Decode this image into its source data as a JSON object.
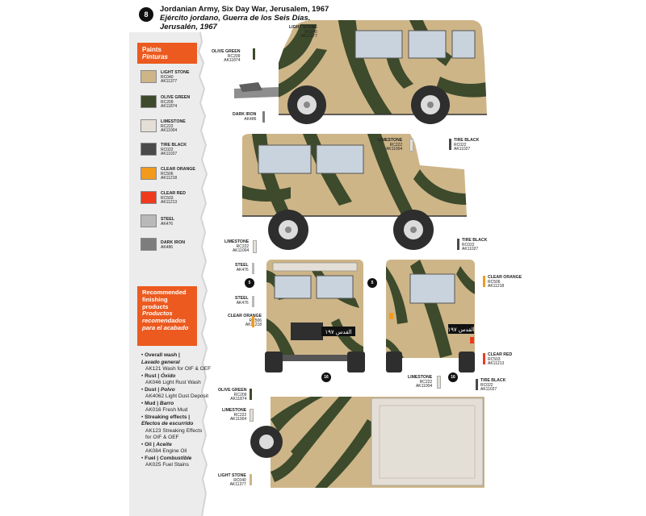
{
  "plate": {
    "badge": "8"
  },
  "header": {
    "title_en": "Jordanian Army, Six Day War, Jerusalem, 1967",
    "title_es_line1": "Ejército jordano, Guerra de los Seis Días,",
    "title_es_line2": "Jerusalén, 1967"
  },
  "paints_panel": {
    "title": "Paints",
    "title_es": "Pinturas"
  },
  "paints": [
    {
      "name": "LIGHT STONE",
      "code1": "RC040",
      "code2": "AK11377",
      "color": "#cdb588"
    },
    {
      "name": "OLIVE GREEN",
      "code1": "RC209",
      "code2": "AK11874",
      "color": "#3d4a2c"
    },
    {
      "name": "LIMESTONE",
      "code1": "RC222",
      "code2": "AK11004",
      "color": "#e4dfd6"
    },
    {
      "name": "TIRE BLACK",
      "code1": "RC022",
      "code2": "AK11027",
      "color": "#4a4a4a"
    },
    {
      "name": "CLEAR ORANGE",
      "code1": "RC506",
      "code2": "AK11218",
      "color": "#f29a1d"
    },
    {
      "name": "CLEAR RED",
      "code1": "RC503",
      "code2": "AK11213",
      "color": "#ee3b1e"
    },
    {
      "name": "STEEL",
      "code1": "AK476",
      "code2": "",
      "color": "#b9b9b9"
    },
    {
      "name": "DARK IRON",
      "code1": "AK486",
      "code2": "",
      "color": "#7d7d7d"
    }
  ],
  "finishing_panel": {
    "title": "Recommended finishing products",
    "title_es": "Productos recomendados para el acabado"
  },
  "finishing": [
    {
      "en": "Overall wash |",
      "es": "Lavado general",
      "products": [
        "AK121 Wash for OIF & OEF"
      ]
    },
    {
      "en": "Rust |",
      "es": "Óxido",
      "products": [
        "AK046 Light Rust Wash"
      ]
    },
    {
      "en": "Dust |",
      "es": "Polvo",
      "products": [
        "AK4062 Light Dust Deposit"
      ]
    },
    {
      "en": "Mud |",
      "es": "Barro",
      "products": [
        "AK016 Fresh Mud"
      ]
    },
    {
      "en": "Streaking effects |",
      "es": "Efectos de escurrido",
      "products": [
        "AK123 Streaking Effects",
        "for OIF & OEF"
      ]
    },
    {
      "en": "Oil |",
      "es": "Aceite",
      "products": [
        "AK084 Engine Oil"
      ]
    },
    {
      "en": "Fuel |",
      "es": "Combustible",
      "products": [
        "AK025 Fuel Stains"
      ]
    }
  ],
  "callouts": {
    "side1_lightstone": {
      "name": "LIGHT STONE",
      "c1": "RC040",
      "c2": "AK11377"
    },
    "side1_olive": {
      "name": "OLIVE GREEN",
      "c1": "RC209",
      "c2": "AK11874"
    },
    "side1_darkiron": {
      "name": "DARK IRON",
      "c1": "AK486"
    },
    "side1_limestone": {
      "name": "LIMESTONE",
      "c1": "RC222",
      "c2": "AK11004"
    },
    "side1_tire": {
      "name": "TIRE BLACK",
      "c1": "RC022",
      "c2": "AK11027"
    },
    "side2_limestone": {
      "name": "LIMESTONE",
      "c1": "RC222",
      "c2": "AK11004"
    },
    "side2_tire": {
      "name": "TIRE BLACK",
      "c1": "RC022",
      "c2": "AK11027"
    },
    "front_steel1": {
      "name": "STEEL",
      "c1": "AK476"
    },
    "front_steel2": {
      "name": "STEEL",
      "c1": "AK476"
    },
    "front_orange": {
      "name": "CLEAR ORANGE",
      "c1": "RC506",
      "c2": "AK11218"
    },
    "rear_orange": {
      "name": "CLEAR ORANGE",
      "c1": "RC506",
      "c2": "AK11218"
    },
    "rear_red": {
      "name": "CLEAR RED",
      "c1": "RC503",
      "c2": "AK11213"
    },
    "rear_limestone": {
      "name": "LIMESTONE",
      "c1": "RC222",
      "c2": "AK11004"
    },
    "rear_tire": {
      "name": "TIRE BLACK",
      "c1": "RC022",
      "c2": "AK11027"
    },
    "top_olive": {
      "name": "OLIVE GREEN",
      "c1": "RC209",
      "c2": "AK11874"
    },
    "top_limestone": {
      "name": "LIMESTONE",
      "c1": "RC222",
      "c2": "AK11004"
    },
    "top_lightstone": {
      "name": "LIGHT STONE",
      "c1": "RC040",
      "c2": "AK11377"
    }
  },
  "markers": {
    "front": "5",
    "front_bottom": "16",
    "rear_left": "5",
    "rear_bottom": "16"
  },
  "plates": {
    "front": "القدس ١٩٧",
    "rear": "القدس ١٩٧"
  },
  "colors": {
    "accent": "#ec5a1f",
    "sand": "#cdb588",
    "olive": "#3d4a2c"
  }
}
